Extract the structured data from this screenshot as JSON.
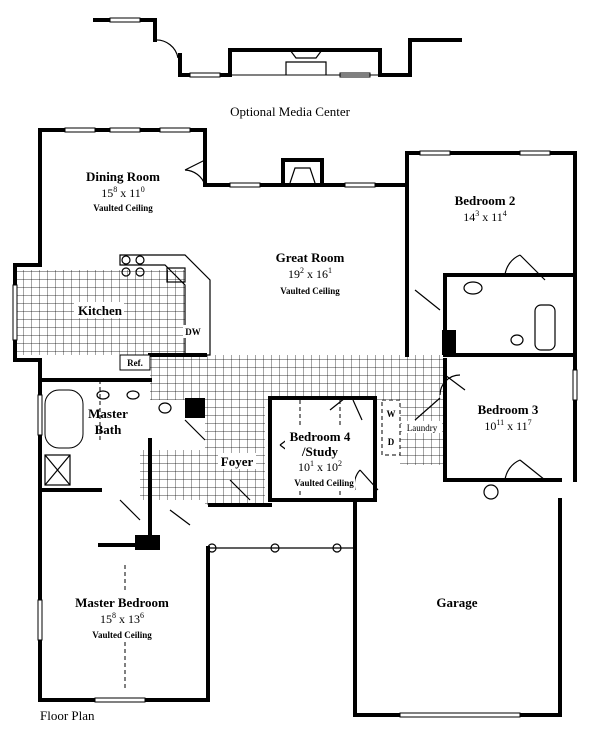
{
  "captions": {
    "media_center": "Optional Media Center",
    "floor_plan": "Floor Plan"
  },
  "rooms": {
    "dining": {
      "name": "Dining Room",
      "w_ft": "15",
      "w_in": "8",
      "x": " x ",
      "d_ft": "11",
      "d_in": "0",
      "note": "Vaulted Ceiling"
    },
    "great": {
      "name": "Great Room",
      "w_ft": "19",
      "w_in": "2",
      "x": " x ",
      "d_ft": "16",
      "d_in": "1",
      "note": "Vaulted Ceiling"
    },
    "bedroom2": {
      "name": "Bedroom 2",
      "w_ft": "14",
      "w_in": "3",
      "x": " x ",
      "d_ft": "11",
      "d_in": "4"
    },
    "kitchen": {
      "name": "Kitchen"
    },
    "master_bath": {
      "name_line1": "Master",
      "name_line2": "Bath"
    },
    "bedroom3": {
      "name": "Bedroom 3",
      "w_ft": "10",
      "w_in": "11",
      "x": " x ",
      "d_ft": "11",
      "d_in": "7"
    },
    "bedroom4": {
      "name_line1": "Bedroom 4",
      "name_line2": "/Study",
      "w_ft": "10",
      "w_in": "1",
      "x": " x ",
      "d_ft": "10",
      "d_in": "2",
      "note": "Vaulted Ceiling"
    },
    "foyer": {
      "name": "Foyer"
    },
    "laundry": {
      "name": "Laundry",
      "washer": "W",
      "dryer": "D"
    },
    "master_bedroom": {
      "name": "Master Bedroom",
      "w_ft": "15",
      "w_in": "8",
      "x": " x ",
      "d_ft": "13",
      "d_in": "6",
      "note": "Vaulted Ceiling"
    },
    "garage": {
      "name": "Garage"
    }
  },
  "fixtures": {
    "dishwasher": "DW",
    "refrigerator": "Ref."
  }
}
